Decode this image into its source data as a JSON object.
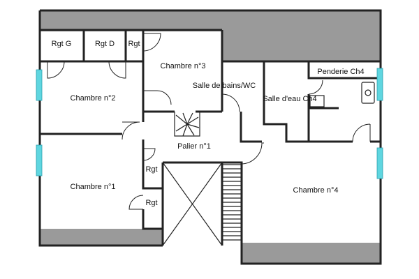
{
  "plan": {
    "rooms": {
      "rgt_g": "Rgt G",
      "rgt_d": "Rgt D",
      "rgt_top": "Rgt",
      "chambre2": "Chambre n°2",
      "chambre3": "Chambre n°3",
      "salle_bains": "Salle de bains/WC",
      "salle_eau": "Salle d'eau Ch4",
      "penderie": "Penderie Ch4",
      "palier": "Palier n°1",
      "rgt_mid": "Rgt",
      "rgt_low": "Rgt",
      "chambre1": "Chambre n°1",
      "chambre4": "Chambre n°4"
    },
    "colors": {
      "wall": "#222222",
      "roof_hatch": "#9a9a9a",
      "window": "#5fd6e0"
    }
  }
}
